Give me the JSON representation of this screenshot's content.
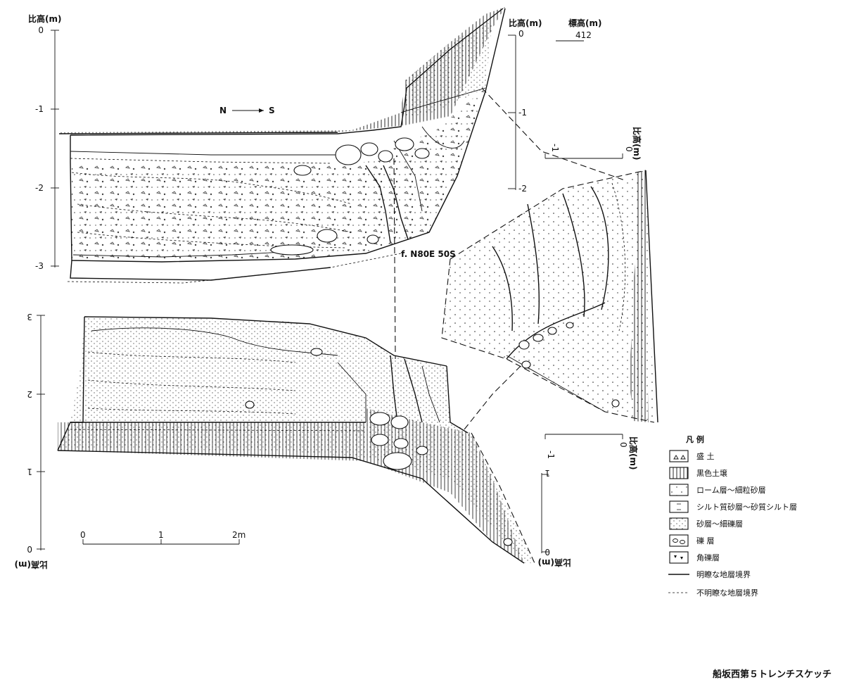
{
  "title": "船坂西第５トレンチスケッチ",
  "direction": {
    "north": "N",
    "south": "S"
  },
  "fault_label": "f. N80E 50S",
  "axes": {
    "left_top": {
      "label": "比高(m)",
      "ticks": [
        "0",
        "-1",
        "-2",
        "-3"
      ]
    },
    "right_top": {
      "label": "比高(m)",
      "ticks": [
        "0",
        "-1",
        "-2"
      ],
      "elevation_label": "標高(m)",
      "elevation_value": "412"
    },
    "mid_top_small": {
      "label": "比高(m)",
      "ticks": [
        "-1",
        "0"
      ]
    },
    "mid_bottom_small": {
      "label": "比高(m)",
      "ticks": [
        "-1",
        "0"
      ]
    },
    "left_bottom": {
      "label": "比高(m)",
      "ticks": [
        "3",
        "2",
        "1",
        "0"
      ]
    },
    "right_bottom": {
      "label": "比高(m)",
      "ticks": [
        "1",
        "0"
      ]
    }
  },
  "scale_bar": {
    "ticks": [
      "0",
      "1",
      "2m"
    ]
  },
  "legend": {
    "heading": "凡 例",
    "items": [
      {
        "label": "盛 土",
        "pattern": "fill-triangles"
      },
      {
        "label": "黒色土壌",
        "pattern": "vertical-lines"
      },
      {
        "label": "ローム層～細粒砂層",
        "pattern": "sparse-dots"
      },
      {
        "label": "シルト質砂層～砂質シルト層",
        "pattern": "dashes"
      },
      {
        "label": "砂層～細礫層",
        "pattern": "dense-dots"
      },
      {
        "label": "礫 層",
        "pattern": "pebbles"
      },
      {
        "label": "角礫層",
        "pattern": "angular-gravel"
      },
      {
        "label": "明瞭な地層境界",
        "pattern": "solid-line"
      },
      {
        "label": "不明瞭な地層境界",
        "pattern": "dashed-line"
      }
    ]
  }
}
